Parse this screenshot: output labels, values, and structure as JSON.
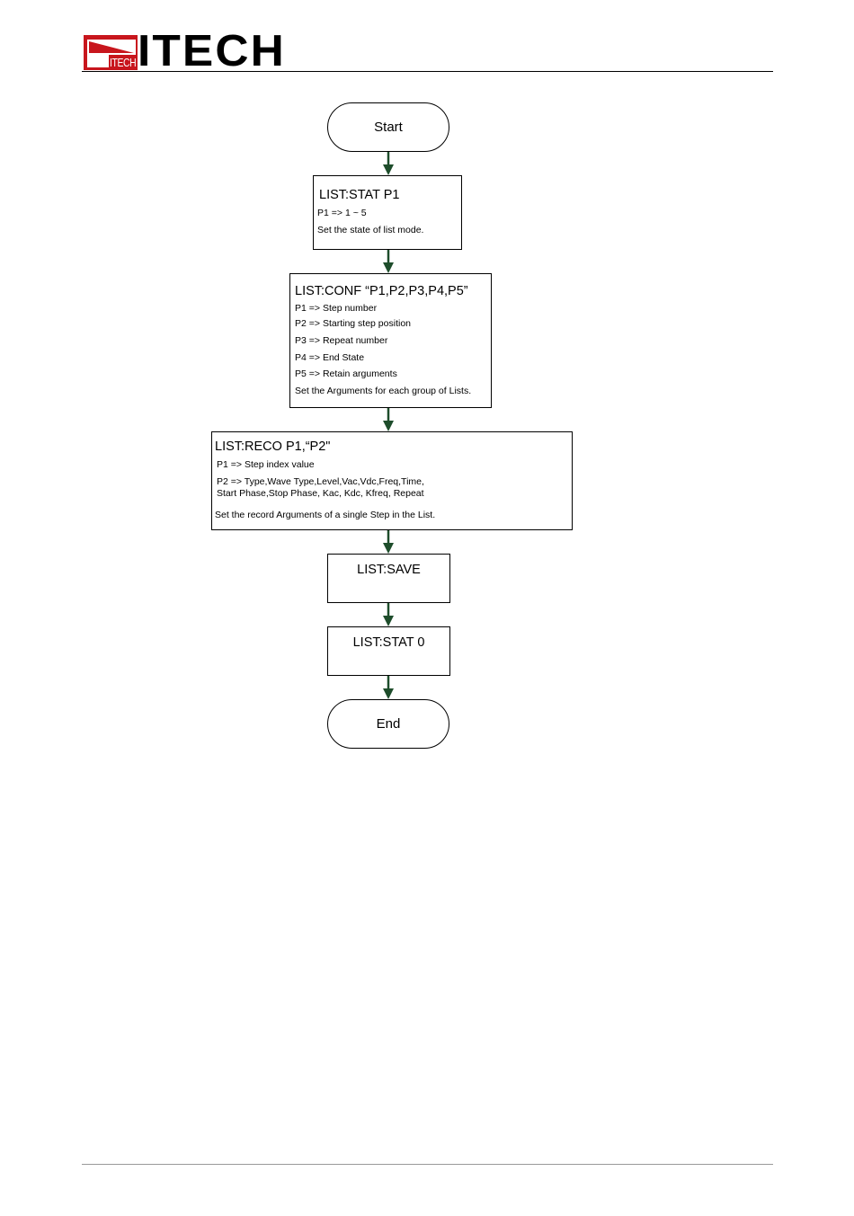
{
  "header": {
    "logo_small": "ITECH",
    "logo_text": "ITECH"
  },
  "flowchart": {
    "start": "Start",
    "stat_block": {
      "title": "LIST:STAT P1",
      "lines": [
        "P1 => 1 ~ 5",
        "Set the state of list mode."
      ]
    },
    "conf_block": {
      "title": "LIST:CONF “P1,P2,P3,P4,P5”",
      "lines": [
        "P1 =>  Step number",
        "P2 =>  Starting step position",
        "P3 =>  Repeat number",
        "P4 =>  End State",
        "P5 =>  Retain arguments",
        "Set the Arguments for each group of Lists."
      ]
    },
    "reco_block": {
      "title": "LIST:RECO P1,“P2\"",
      "lines": [
        "P1 =>  Step index value",
        "P2 =>  Type,Wave Type,Level,Vac,Vdc,Freq,Time,",
        "Start Phase,Stop Phase, Kac, Kdc, Kfreq, Repeat",
        "Set the record Arguments of a single Step in the List."
      ]
    },
    "save_block": {
      "title": "LIST:SAVE"
    },
    "stat0_block": {
      "title": "LIST:STAT 0"
    },
    "end": "End"
  },
  "colors": {
    "arrow": "#1e4d2b",
    "logo_red": "#c8161d"
  }
}
